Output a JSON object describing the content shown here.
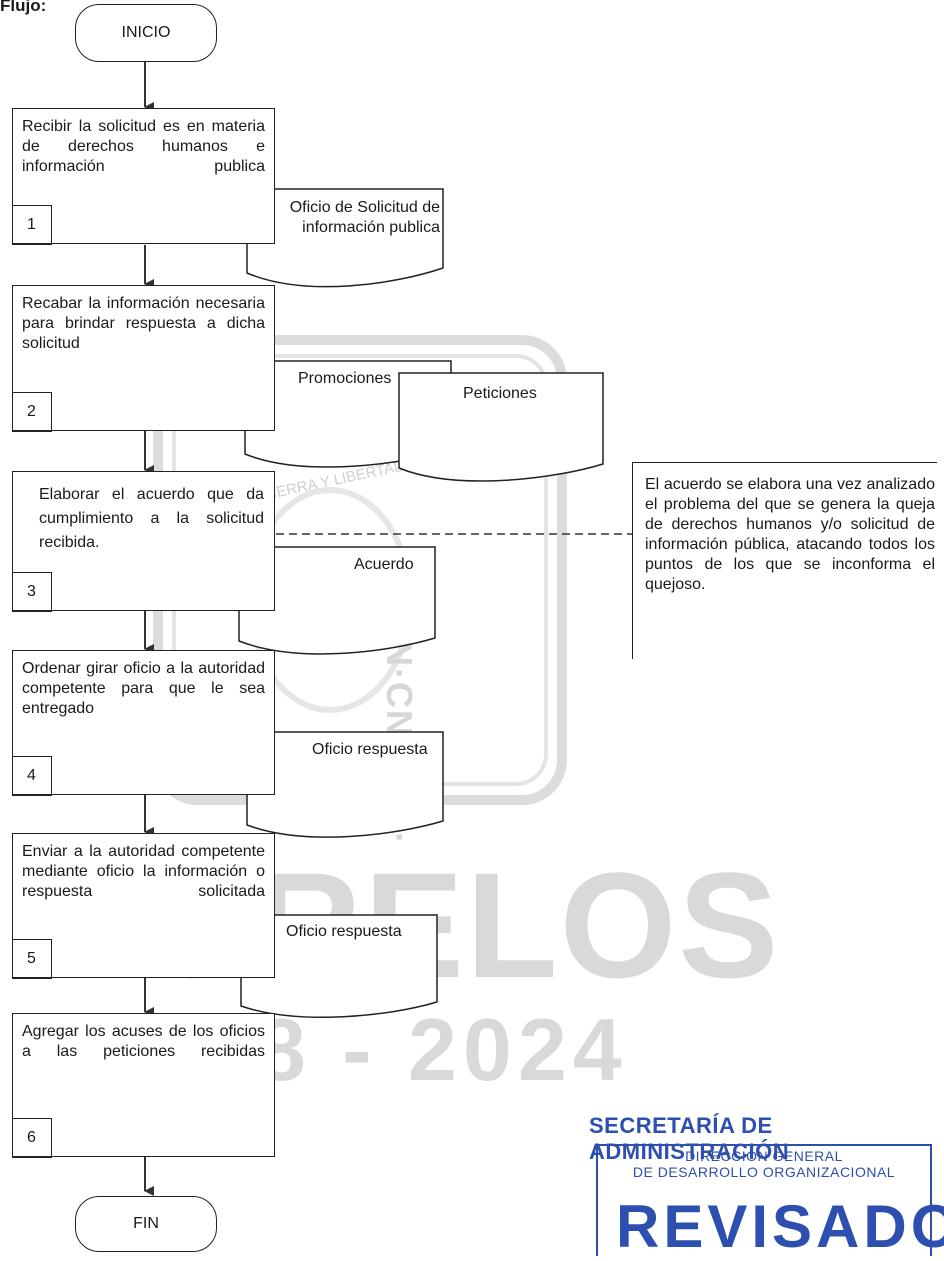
{
  "header": {
    "title": "Flujo:"
  },
  "terminals": {
    "start": "INICIO",
    "end": "FIN"
  },
  "steps": [
    {
      "number": "1",
      "text": "Recibir la solicitud es en materia de derechos humanos e información publica"
    },
    {
      "number": "2",
      "text": "Recabar la información necesaria para brindar respuesta a dicha solicitud"
    },
    {
      "number": "3",
      "text": "Elaborar el acuerdo que da cumplimiento a la solicitud recibida."
    },
    {
      "number": "4",
      "text": "Ordenar girar oficio a la autoridad competente para que le sea entregado"
    },
    {
      "number": "5",
      "text": "Enviar a la autoridad competente mediante oficio la información o respuesta solicitada"
    },
    {
      "number": "6",
      "text": "Agregar los acuses de los oficios a las peticiones recibidas"
    }
  ],
  "documents": {
    "oficio_solicitud": "Oficio de Solicitud de información publica",
    "promociones": "Promociones",
    "peticiones": "Peticiones",
    "acuerdo": "Acuerdo",
    "oficio_respuesta_4": "Oficio respuesta",
    "oficio_respuesta_5": "Oficio respuesta"
  },
  "annotation": "El acuerdo se elabora una vez analizado el problema del que se genera la queja de derechos humanos y/o solicitud de información pública, atacando todos los puntos de los que se inconforma el quejoso.",
  "watermark": {
    "seal_text": "TIERRA Y LIBERTAD",
    "seal_side": "JAN·CN·SUS·",
    "state": "MORELOS",
    "years": "2018 - 2024"
  },
  "stamp": {
    "line1": "SECRETARÍA DE ADMINISTRACIÓN",
    "line2": "DIRECCIÓN GENERAL",
    "line3": "DE DESARROLLO ORGANIZACIONAL",
    "big": "REVISADO"
  }
}
